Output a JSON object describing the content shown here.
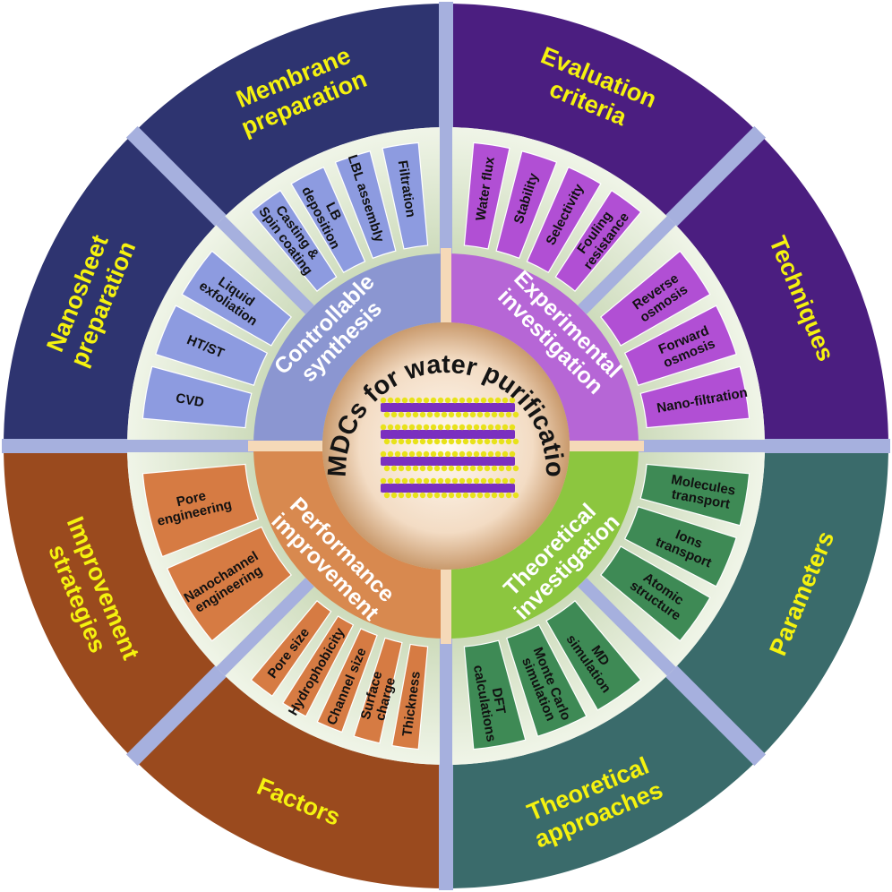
{
  "title": "TMDCs for water purification",
  "categories": [
    {
      "key": "synth",
      "label": "Controllable synthesis",
      "color": "#8b96d1",
      "band_color": "#8d9be0"
    },
    {
      "key": "exp",
      "label": "Experimental investigation",
      "color": "#b666d6",
      "band_color": "#b14fd4"
    },
    {
      "key": "theo",
      "label": "Theoretical investigation",
      "color": "#8cc63f",
      "band_color": "#3e8a55"
    },
    {
      "key": "perf",
      "label": "Performance improvement",
      "color": "#d8894f",
      "band_color": "#d67b43"
    }
  ],
  "sectors": [
    {
      "key": "membrane",
      "label": "Membrane preparation",
      "color": "#2e3470",
      "items": [
        "Casting & Spin coating",
        "LB deposition",
        "LBL assembly",
        "Filtration"
      ]
    },
    {
      "key": "evaluation",
      "label": "Evaluation criteria",
      "color": "#4b1e80",
      "items": [
        "Water flux",
        "Stability",
        "Selectivity",
        "Fouling resistance"
      ]
    },
    {
      "key": "techniques",
      "label": "Techniques",
      "color": "#4b1e80",
      "items": [
        "Reverse osmosis",
        "Forward osmosis",
        "Nano-filtration"
      ]
    },
    {
      "key": "parameters",
      "label": "Parameters",
      "color": "#3a6b6b",
      "items": [
        "Molecules transport",
        "Ions transport",
        "Atomic structure"
      ]
    },
    {
      "key": "approaches",
      "label": "Theoretical approaches",
      "color": "#3a6b6b",
      "items": [
        "MD simulation",
        "Monte Carlo simulation",
        "DFT calculations"
      ]
    },
    {
      "key": "factors",
      "label": "Factors",
      "color": "#9a4a1e",
      "items": [
        "Thickness",
        "Surface charge",
        "Channel size",
        "Hydrophobicity",
        "Pore size"
      ]
    },
    {
      "key": "improvement",
      "label": "Improvement strategies",
      "color": "#9a4a1e",
      "items": [
        "Nanochannel engineering",
        "Pore engineering"
      ]
    },
    {
      "key": "nanosheet",
      "label": "Nanosheet preparation",
      "color": "#2e3470",
      "items": [
        "CVD",
        "HT/ST",
        "Liquid exfoliation"
      ]
    }
  ],
  "colors": {
    "separator": "#a6b0de",
    "ring_bg": "#dde8cf",
    "hub_center": "#fbf0e2",
    "hub_edge": "#c79668",
    "molecule_purple": "#7a2fc0",
    "molecule_yellow": "#e8e21a"
  }
}
